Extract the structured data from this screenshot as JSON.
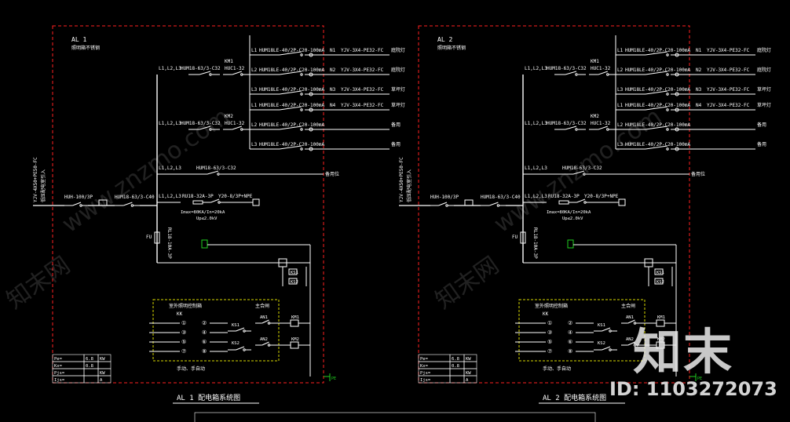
{
  "colors": {
    "background": "#000000",
    "wire": "#ffffff",
    "frame": "#ff2020",
    "control_box": "#d8d800",
    "label": "#ffffff",
    "pe": "#20d020"
  },
  "panels": [
    {
      "id": "AL1",
      "name": "AL 1",
      "note": "照明箱不锈钢",
      "feeder_cable": "YJV-4X50+PE50-FC",
      "feeder_from": "低压配电室引入",
      "main_switch": "HUH-100/3P",
      "main_breaker": "HUM18-63/3-C40",
      "spd_breaker": "RU18-32A-3P",
      "spd": "Y20-8/3P+NPE",
      "spd_params": [
        "Imax=80KA/In=20kA",
        "Up≤2.0kV"
      ],
      "fu_label": "FU",
      "fu_spec": "RL18-10A-3P",
      "branch_groups": [
        {
          "phase_label": "L1,L2,L3",
          "breaker": "HUM18-63/3-C32",
          "km_label": "KM1",
          "km_spec": "HUC1-32"
        },
        {
          "phase_label": "L1,L2,L3",
          "breaker": "HUM18-63/3-C32",
          "km_label": "KM2",
          "km_spec": "HUC1-32"
        }
      ],
      "circuits": [
        {
          "phase": "L1",
          "breaker": "HUM18LE-40/2P-C20-100mA",
          "circuit": "N1",
          "cable": "YJV-3X4-PE32-FC",
          "load": "庭院灯"
        },
        {
          "phase": "L2",
          "breaker": "HUM18LE-40/2P-C20-100mA",
          "circuit": "N2",
          "cable": "YJV-3X4-PE32-FC",
          "load": "庭院灯"
        },
        {
          "phase": "L3",
          "breaker": "HUM18LE-40/2P-C20-100mA",
          "circuit": "N3",
          "cable": "YJV-3X4-PE32-FC",
          "load": "草坪灯"
        },
        {
          "phase": "L1",
          "breaker": "HUM18LE-40/2P-C20-100mA",
          "circuit": "N4",
          "cable": "YJV-3X4-PE32-FC",
          "load": "草坪灯"
        },
        {
          "phase": "L2",
          "breaker": "HUM18LE-40/2P-C20-100mA",
          "circuit": "",
          "cable": "",
          "load": "备用"
        },
        {
          "phase": "L3",
          "breaker": "HUM18LE-40/2P-C20-100mA",
          "circuit": "",
          "cable": "",
          "load": "备用"
        }
      ],
      "spare_phase": "L1,L2,L3",
      "spare_breaker": "HUM18-63/3-C32",
      "spare_load": "备用位",
      "ctrl_box_title": "室外照明控制箱",
      "kk_label": "KK",
      "main_contact_label": "主合闸",
      "an_labels": [
        "AN1",
        "AN2"
      ],
      "ks_labels": [
        "KS1",
        "KS2"
      ],
      "km_coil_labels": [
        "KM1",
        "KM2"
      ],
      "terminals": [
        "①",
        "③",
        "⑤",
        "⑦"
      ],
      "terminals_b": [
        "②",
        "④",
        "⑥",
        "⑧"
      ],
      "bottom_note": "手动、手自动",
      "table": [
        {
          "k": "Pe=",
          "v": "6.8",
          "u": "KW"
        },
        {
          "k": "Kx=",
          "v": "0.8",
          "u": ""
        },
        {
          "k": "Pjs=",
          "v": "",
          "u": "KW"
        },
        {
          "k": "Ijs=",
          "v": "",
          "u": "A"
        }
      ],
      "pe_label": "PE",
      "caption": "AL 1  配电箱系统图"
    },
    {
      "id": "AL2",
      "name": "AL 2",
      "note": "照明箱不锈钢",
      "feeder_cable": "YJV-4X50+PE50-FC",
      "feeder_from": "低压配电室引入",
      "main_switch": "HUH-100/3P",
      "main_breaker": "HUM18-63/3-C40",
      "spd_breaker": "RU18-32A-3P",
      "spd": "Y20-8/3P+NPE",
      "spd_params": [
        "Imax=80KA/In=20kA",
        "Up≤2.0kV"
      ],
      "fu_label": "FU",
      "fu_spec": "RL18-10A-3P",
      "branch_groups": [
        {
          "phase_label": "L1,L2,L3",
          "breaker": "HUM18-63/3-C32",
          "km_label": "KM1",
          "km_spec": "HUC1-32"
        },
        {
          "phase_label": "L1,L2,L3",
          "breaker": "HUM18-63/3-C32",
          "km_label": "KM2",
          "km_spec": "HUC1-32"
        }
      ],
      "circuits": [
        {
          "phase": "L1",
          "breaker": "HUM18LE-40/2P-C20-100mA",
          "circuit": "N1",
          "cable": "YJV-3X4-PE32-FC",
          "load": "庭院灯"
        },
        {
          "phase": "L2",
          "breaker": "HUM18LE-40/2P-C20-100mA",
          "circuit": "N2",
          "cable": "YJV-3X4-PE32-FC",
          "load": "庭院灯"
        },
        {
          "phase": "L3",
          "breaker": "HUM18LE-40/2P-C20-100mA",
          "circuit": "N3",
          "cable": "YJV-3X4-PE32-FC",
          "load": "草坪灯"
        },
        {
          "phase": "L1",
          "breaker": "HUM18LE-40/2P-C20-100mA",
          "circuit": "N4",
          "cable": "YJV-3X4-PE32-FC",
          "load": "草坪灯"
        },
        {
          "phase": "L2",
          "breaker": "HUM18LE-40/2P-C20-100mA",
          "circuit": "",
          "cable": "",
          "load": "备用"
        },
        {
          "phase": "L3",
          "breaker": "HUM18LE-40/2P-C20-100mA",
          "circuit": "",
          "cable": "",
          "load": "备用"
        }
      ],
      "spare_phase": "L1,L2,L3",
      "spare_breaker": "HUM18-63/3-C32",
      "spare_load": "备用位",
      "ctrl_box_title": "室外照明控制箱",
      "kk_label": "KK",
      "main_contact_label": "主合闸",
      "an_labels": [
        "AN1",
        "AN2"
      ],
      "ks_labels": [
        "KS1",
        "KS2"
      ],
      "km_coil_labels": [
        "KM1",
        "KM2"
      ],
      "terminals": [
        "①",
        "③",
        "⑤",
        "⑦"
      ],
      "terminals_b": [
        "②",
        "④",
        "⑥",
        "⑧"
      ],
      "bottom_note": "手动、手自动",
      "table": [
        {
          "k": "Pe=",
          "v": "6.8",
          "u": "KW"
        },
        {
          "k": "Kx=",
          "v": "0.8",
          "u": ""
        },
        {
          "k": "Pjs=",
          "v": "",
          "u": "KW"
        },
        {
          "k": "Ijs=",
          "v": "",
          "u": "A"
        }
      ],
      "pe_label": "PE",
      "caption": "AL 2  配电箱系统图"
    }
  ],
  "watermark": {
    "text": "www.znzmo.com",
    "brand": "知末网",
    "logo": "知末",
    "id_text": "ID: 1103272073"
  }
}
